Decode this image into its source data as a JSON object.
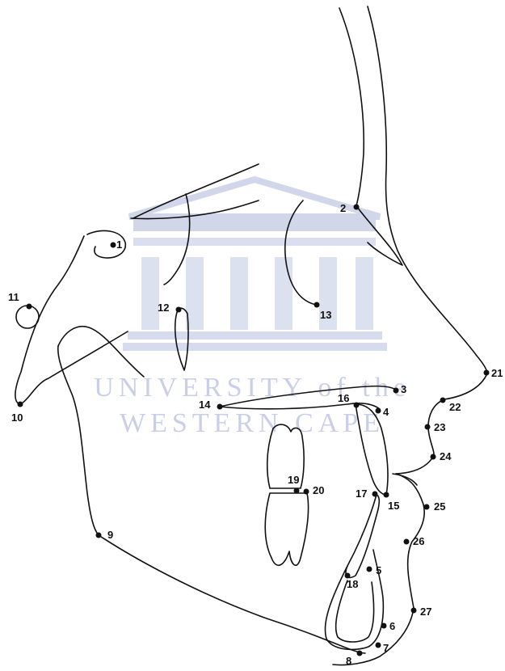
{
  "watermark": {
    "line1": "UNIVERSITY of the",
    "line2": "WESTERN CAPE",
    "color": "#c9cfe6"
  },
  "landmarks": [
    "1",
    "2",
    "3",
    "4",
    "5",
    "6",
    "7",
    "8",
    "9",
    "10",
    "11",
    "12",
    "13",
    "14",
    "15",
    "16",
    "17",
    "18",
    "19",
    "20",
    "21",
    "22",
    "23",
    "24",
    "25",
    "26",
    "27"
  ],
  "colors": {
    "line": "#111111",
    "background": "#ffffff"
  }
}
